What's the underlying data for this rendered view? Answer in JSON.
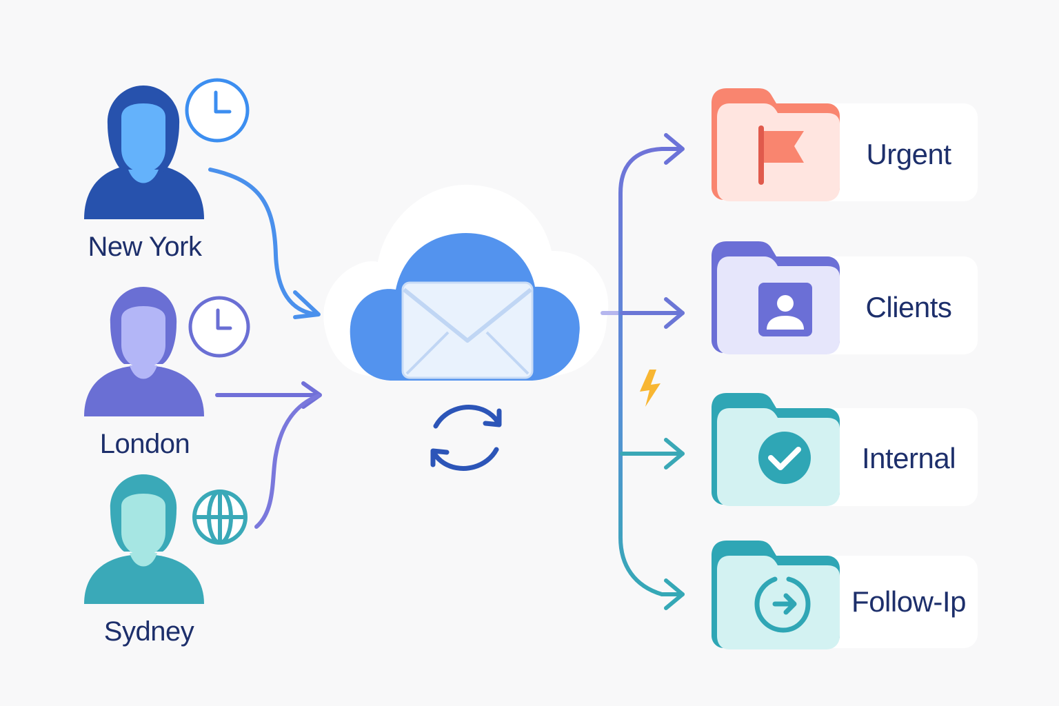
{
  "senders": [
    {
      "label": "New York",
      "badge_icon": "clock-icon",
      "color": "#2a56b4",
      "face_color": "#64b2fb"
    },
    {
      "label": "London",
      "badge_icon": "clock-icon",
      "color": "#6a6fd4",
      "face_color": "#b3b6f7"
    },
    {
      "label": "Sydney",
      "badge_icon": "globe-icon",
      "color": "#3aa9b8",
      "face_color": "#a6e6e3"
    }
  ],
  "hub": {
    "icon": "cloud-mail-icon",
    "sync_icon": "sync-icon",
    "accent": "#5393ee"
  },
  "categories": [
    {
      "label": "Urgent",
      "icon": "flag-icon",
      "color": "#f9856f"
    },
    {
      "label": "Clients",
      "icon": "contact-icon",
      "color": "#6b6fd6"
    },
    {
      "label": "Internal",
      "icon": "check-circle-icon",
      "color": "#2fa6b5"
    },
    {
      "label": "Follow-Ip",
      "icon": "follow-up-icon",
      "color": "#2fa6b5"
    }
  ],
  "bolt_icon": "lightning-icon"
}
